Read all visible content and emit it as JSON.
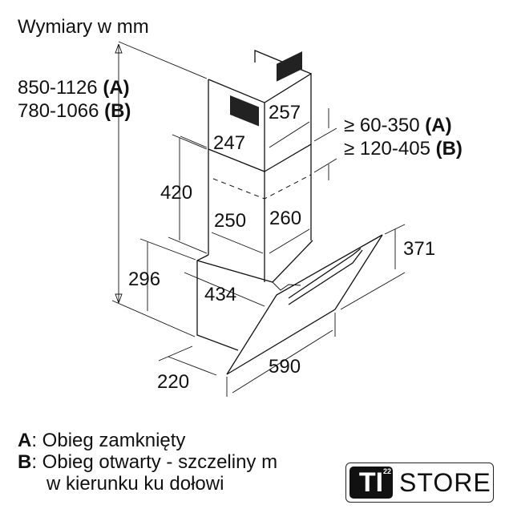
{
  "title": "Wymiary w mm",
  "dimensions": {
    "total_height_a": {
      "value": "850-1126",
      "tag": "(A)"
    },
    "total_height_b": {
      "value": "780-1066",
      "tag": "(B)"
    },
    "upper_chimney_width": "247",
    "upper_chimney_depth": "257",
    "top_gap_a": {
      "value": "≥ 60-350",
      "tag": "(A)"
    },
    "top_gap_b": {
      "value": "≥ 120-405",
      "tag": "(B)"
    },
    "lower_chimney_height": "420",
    "lower_chimney_width": "250",
    "lower_chimney_depth": "260",
    "body_height": "296",
    "body_depth": "434",
    "glass_height": "371",
    "width": "590",
    "body_width": "220"
  },
  "legend": {
    "a_key": "A",
    "a_text": ": Obieg zamknięty",
    "b_key": "B",
    "b_text": ": Obieg otwarty - szczeliny m",
    "b_text_cont": "w kierunku ku dołowi"
  },
  "logo": {
    "ti": "TI",
    "number": "22",
    "store": "STORE"
  }
}
